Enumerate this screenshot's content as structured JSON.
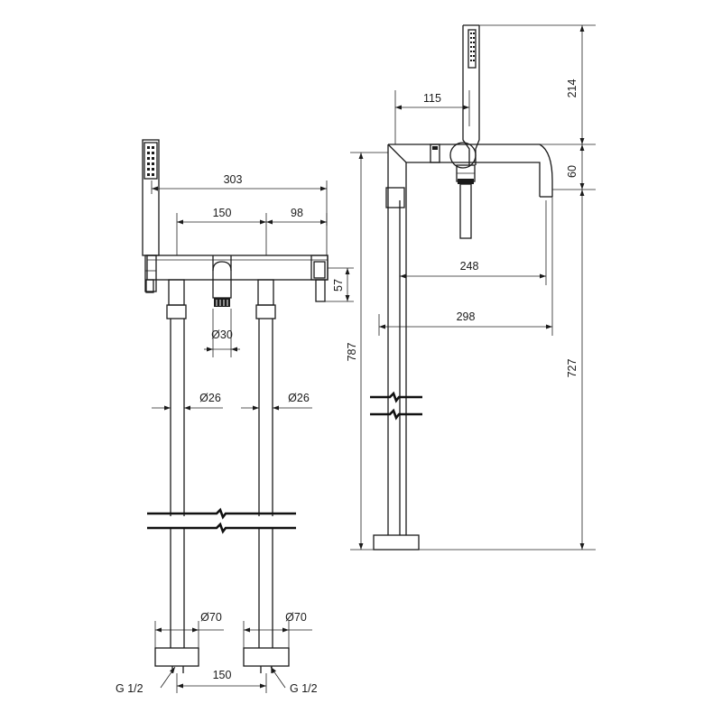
{
  "front_view": {
    "dim_overall_width": "303",
    "dim_leg_spacing": "150",
    "dim_leg_to_end": "98",
    "dim_handle_height": "57",
    "dim_spout_diameter": "Ø30",
    "dim_leg_diameter_left": "Ø26",
    "dim_leg_diameter_right": "Ø26",
    "dim_base_diameter_left": "Ø70",
    "dim_base_diameter_right": "Ø70",
    "dim_base_spacing": "150",
    "connection_left": "G 1/2",
    "connection_right": "G 1/2"
  },
  "side_view": {
    "dim_handshower_offset": "115",
    "dim_handshower_top": "214",
    "dim_body_height": "60",
    "dim_total_height": "787",
    "dim_spout_outlet_height": "727",
    "dim_spout_reach_inner": "248",
    "dim_spout_reach_outer": "298"
  }
}
